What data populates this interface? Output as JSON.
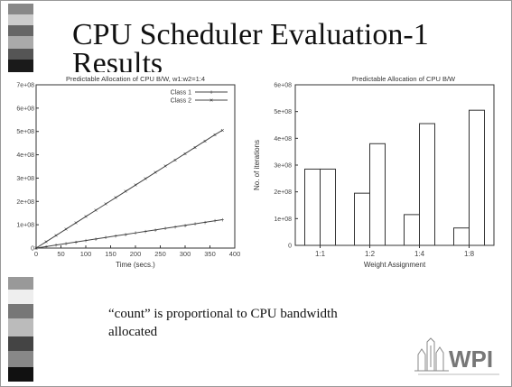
{
  "slide": {
    "title_line1": "CPU Scheduler Evaluation-1",
    "title_line2": "Results",
    "caption_line1": "“count” is proportional to CPU bandwidth",
    "caption_line2": "allocated",
    "logo_text": "WPI",
    "colors": {
      "background": "#ffffff",
      "text": "#111111",
      "deco_dark": "#1a1a1a",
      "deco_mid": "#777777",
      "deco_light": "#eeeeee"
    }
  },
  "chart_data": [
    {
      "type": "line",
      "title": "Predictable Allocation of CPU B/W, w1:w2=1:4",
      "xlabel": "Time (secs.)",
      "ylabel": "",
      "xlim": [
        0,
        400
      ],
      "ylim": [
        0,
        700000000.0
      ],
      "x_ticks": [
        "0",
        "50",
        "100",
        "150",
        "200",
        "250",
        "300",
        "350",
        "400"
      ],
      "y_ticks": [
        "0",
        "1e+08",
        "2e+08",
        "3e+08",
        "4e+08",
        "5e+08",
        "6e+08",
        "7e+08"
      ],
      "legend_position": "top-right",
      "series": [
        {
          "name": "Class 1",
          "x": [
            0,
            20,
            40,
            60,
            80,
            100,
            120,
            140,
            160,
            180,
            200,
            220,
            240,
            260,
            280,
            300,
            320,
            340,
            360,
            375
          ],
          "y": [
            0,
            6500000.0,
            13000000.0,
            19500000.0,
            26000000.0,
            32500000.0,
            39000000.0,
            45500000.0,
            52000000.0,
            58500000.0,
            65000000.0,
            71500000.0,
            78000000.0,
            84500000.0,
            91000000.0,
            97500000.0,
            104000000.0,
            110500000.0,
            117000000.0,
            122000000.0
          ]
        },
        {
          "name": "Class 2",
          "x": [
            0,
            20,
            40,
            60,
            80,
            100,
            120,
            140,
            160,
            180,
            200,
            220,
            240,
            260,
            280,
            300,
            320,
            340,
            360,
            375
          ],
          "y": [
            0,
            27000000.0,
            54000000.0,
            81000000.0,
            108000000.0,
            135000000.0,
            162000000.0,
            189000000.0,
            216000000.0,
            243000000.0,
            270000000.0,
            297000000.0,
            324000000.0,
            351000000.0,
            378000000.0,
            405000000.0,
            432000000.0,
            459000000.0,
            486000000.0,
            505000000.0
          ]
        }
      ]
    },
    {
      "type": "bar",
      "title": "Predictable Allocation of CPU B/W",
      "xlabel": "Weight Assignment",
      "ylabel": "No. of iterations",
      "ylim": [
        0,
        600000000.0
      ],
      "y_ticks": [
        "0",
        "1e+08",
        "2e+08",
        "3e+08",
        "4e+08",
        "5e+08",
        "6e+08"
      ],
      "categories": [
        "1:1",
        "1:2",
        "1:4",
        "1:8"
      ],
      "series": [
        {
          "values": [
            285000000.0,
            195000000.0,
            115000000.0,
            65000000.0
          ]
        },
        {
          "values": [
            285000000.0,
            380000000.0,
            455000000.0,
            505000000.0
          ]
        }
      ]
    }
  ]
}
